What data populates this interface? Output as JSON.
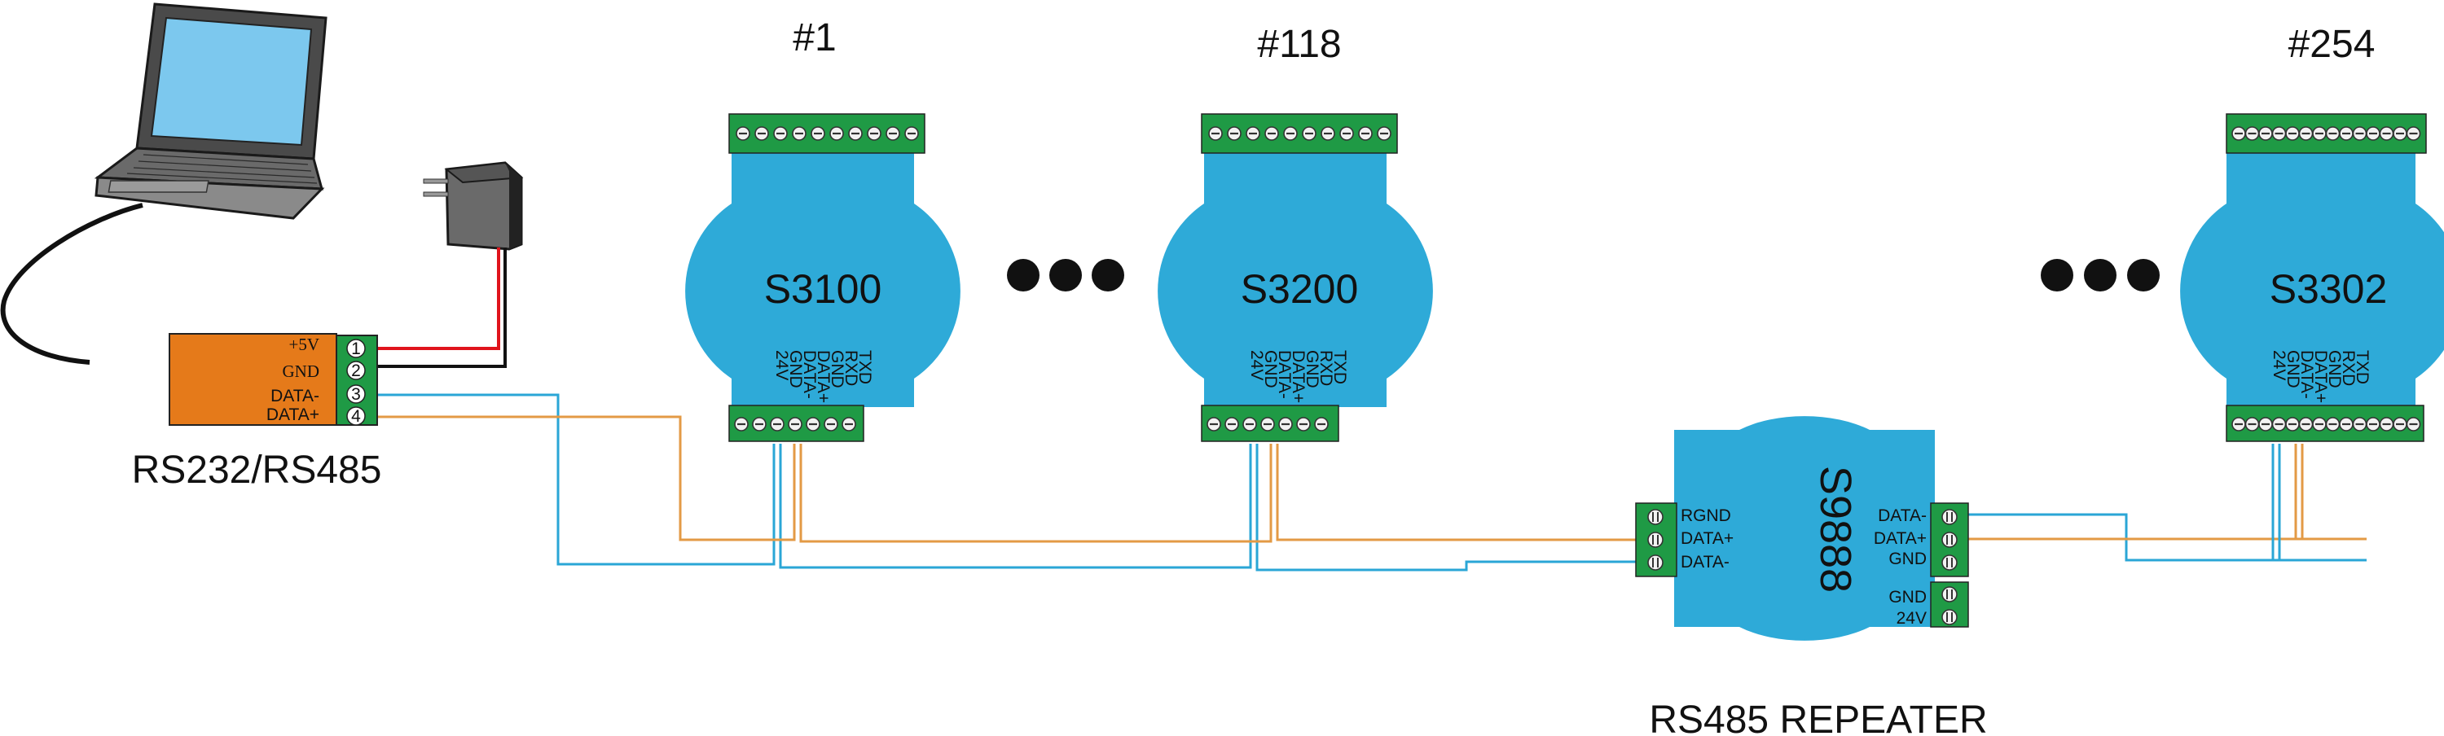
{
  "diagram": {
    "converter_label": "RS232/RS485",
    "repeater_label": "RS485 REPEATER",
    "converter_pins": [
      "+5V",
      "GND",
      "DATA-",
      "DATA+"
    ],
    "converter_pin_numbers": [
      "1",
      "2",
      "3",
      "4"
    ],
    "module_pins": [
      "TXD",
      "RXD",
      "GND",
      "DATA+",
      "DATA-",
      "GND",
      "24V"
    ],
    "modules": [
      {
        "address": "#1",
        "model": "S3100"
      },
      {
        "address": "#118",
        "model": "S3200"
      },
      {
        "address": "#254",
        "model": "S3302"
      }
    ],
    "repeater": {
      "model": "S9888",
      "left_pins": [
        "RGND",
        "DATA+",
        "DATA-"
      ],
      "right_pins": [
        "DATA-",
        "DATA+",
        "GND"
      ],
      "power_pins": [
        "GND",
        "24V"
      ]
    }
  },
  "colors": {
    "module_blue": "#2eaad8",
    "terminal_green": "#1f9a45",
    "converter_orange": "#e57a1a",
    "wire_blue": "#2aa6d6",
    "wire_orange": "#e39a45",
    "wire_red": "#e0141c",
    "wire_black": "#111111"
  }
}
